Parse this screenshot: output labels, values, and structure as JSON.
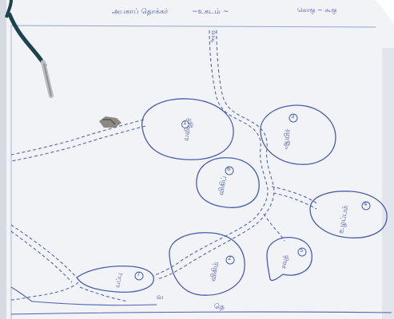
{
  "header": {
    "left_text": "அபகாப் தொக்கர்",
    "center_text": "~உகடம் ~",
    "right_text": "கொகு ~ கூகு"
  },
  "top_label": "வடி",
  "bottom_label": "தெ",
  "left_edge_label": "வ",
  "regions": [
    {
      "num": "1",
      "name": "யலிபூர்"
    },
    {
      "num": "2",
      "name": "விகிம்"
    },
    {
      "num": "3",
      "name": "ஆயிர்"
    },
    {
      "num": "4",
      "name": "உழப்பம்"
    },
    {
      "num": "5",
      "name": "சவுத்"
    },
    {
      "num": "6",
      "name": "விகிப்"
    },
    {
      "num": "7",
      "name": "யப்பு"
    }
  ]
}
